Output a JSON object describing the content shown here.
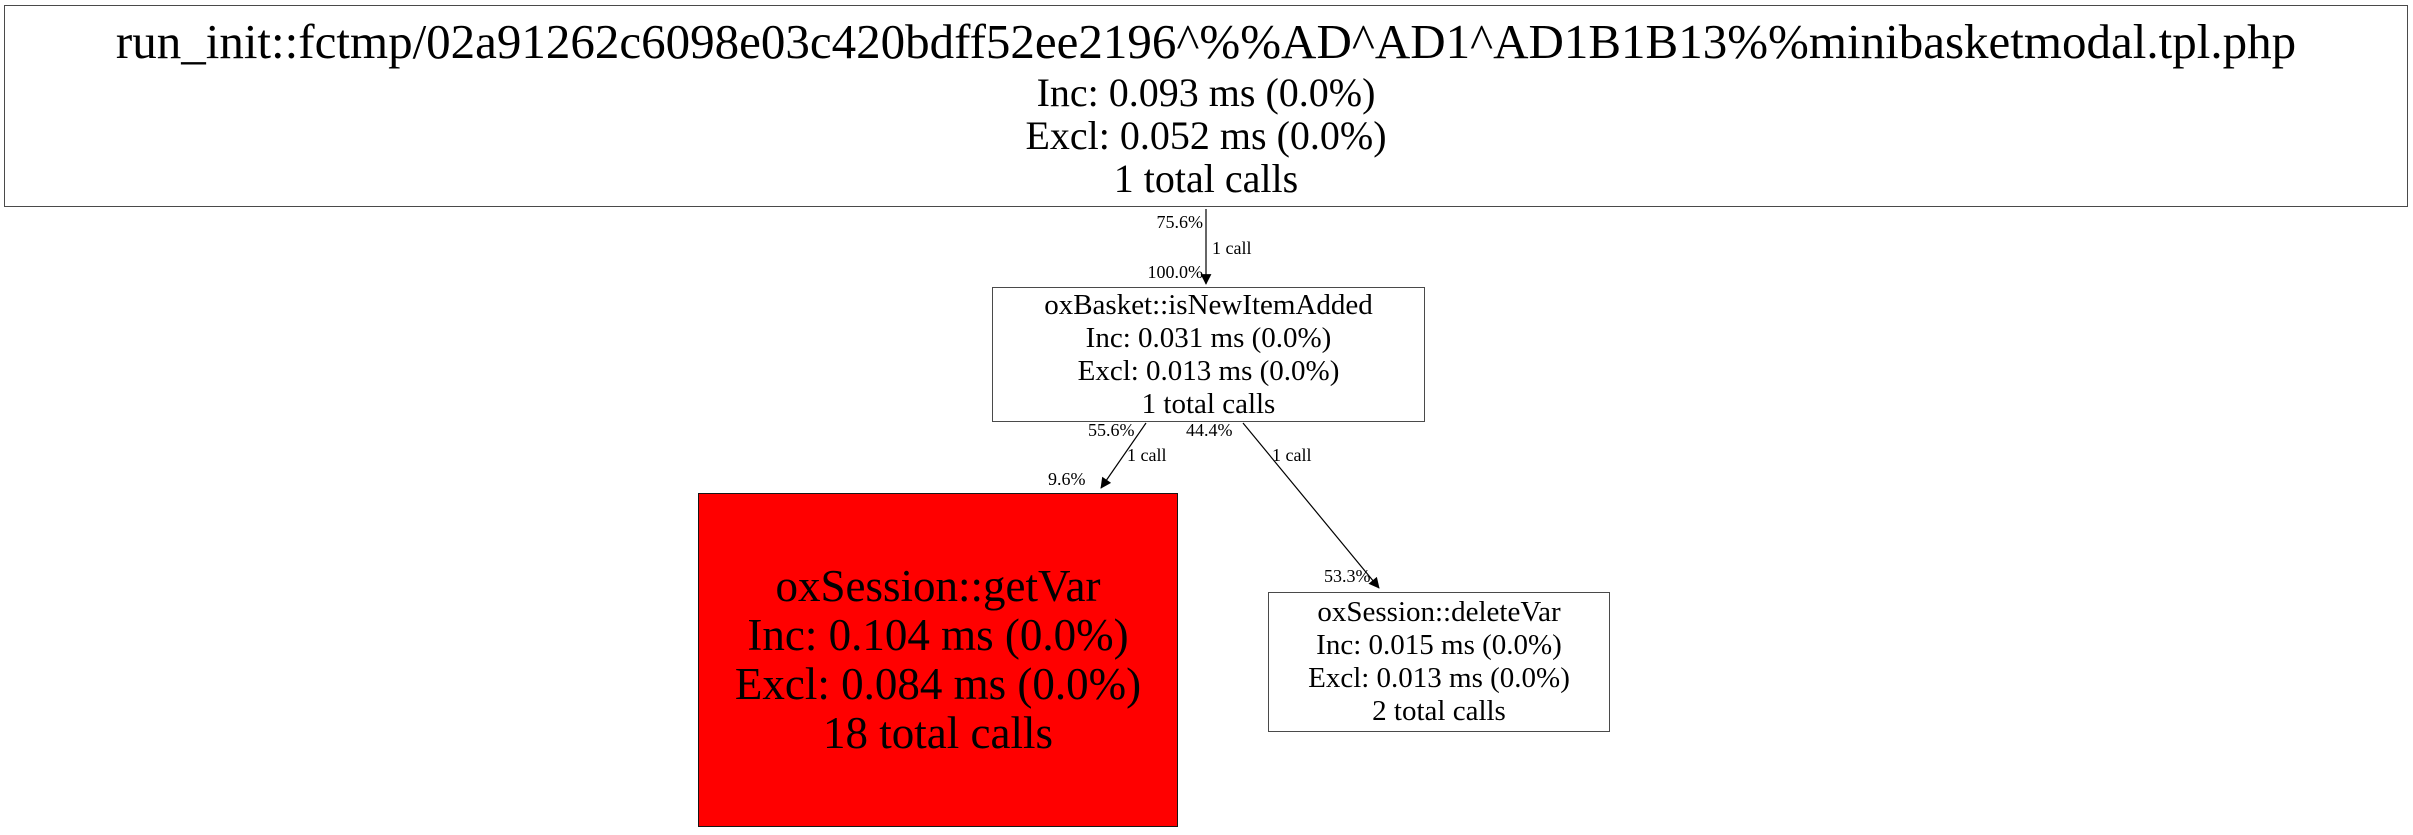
{
  "graph": {
    "nodes": {
      "run_init": {
        "name": "run_init::fctmp/02a91262c6098e03c420bdff52ee2196^%%AD^AD1^AD1B1B13%%minibasketmodal.tpl.php",
        "inc": "Inc: 0.093 ms (0.0%)",
        "excl": "Excl: 0.052 ms (0.0%)",
        "calls": "1 total calls"
      },
      "is_new_item_added": {
        "name": "oxBasket::isNewItemAdded",
        "inc": "Inc: 0.031 ms (0.0%)",
        "excl": "Excl: 0.013 ms (0.0%)",
        "calls": "1 total calls"
      },
      "get_var": {
        "name": "oxSession::getVar",
        "inc": "Inc: 0.104 ms (0.0%)",
        "excl": "Excl: 0.084 ms (0.0%)",
        "calls": "18 total calls",
        "bg_style": "background-color:#ff0000;"
      },
      "delete_var": {
        "name": "oxSession::deleteVar",
        "inc": "Inc: 0.015 ms (0.0%)",
        "excl": "Excl: 0.013 ms (0.0%)",
        "calls": "2 total calls"
      }
    },
    "edges": {
      "run_init_to_is_new_item_added": {
        "caller_pct": "75.6%",
        "calls": "1 call",
        "callee_pct": "100.0%"
      },
      "is_new_item_added_to_get_var": {
        "caller_pct": "55.6%",
        "calls": "1 call",
        "callee_pct": "9.6%"
      },
      "is_new_item_added_to_delete_var": {
        "caller_pct": "44.4%",
        "calls": "1 call",
        "callee_pct": "53.3%"
      }
    },
    "colors": {
      "hot_node_bg": "#ff0000",
      "node_bg": "#ffffff",
      "node_border": "#4a4a4a",
      "edge_line": "#000000",
      "text": "#000000",
      "page_bg": "#ffffff"
    }
  }
}
